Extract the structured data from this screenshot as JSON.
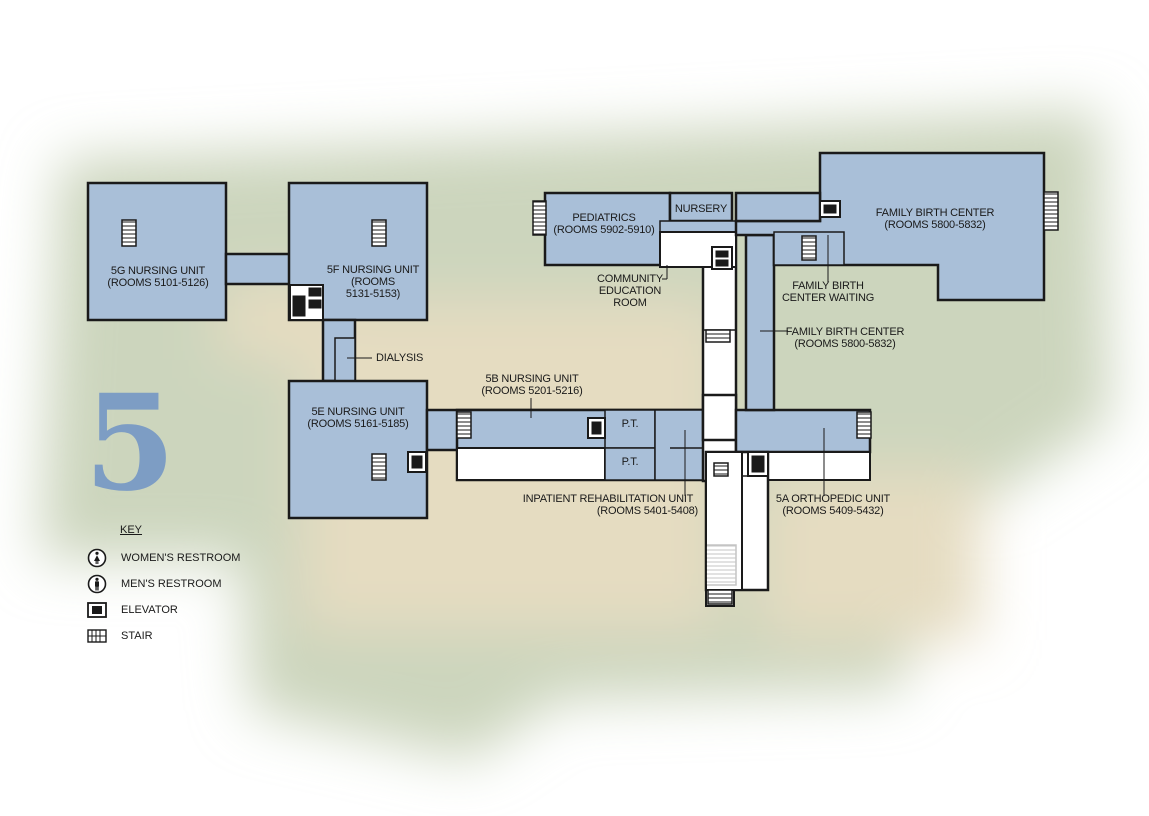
{
  "floor": {
    "number": "5"
  },
  "labels": {
    "unit_5g": [
      "5G NURSING UNIT",
      "(ROOMS 5101-5126)"
    ],
    "unit_5f": [
      "5F NURSING UNIT",
      "(ROOMS",
      "5131-5153)"
    ],
    "dialysis": "DIALYSIS",
    "unit_5e": [
      "5E NURSING UNIT",
      "(ROOMS 5161-5185)"
    ],
    "unit_5b": [
      "5B NURSING UNIT",
      "(ROOMS 5201-5216)"
    ],
    "pt_1": "P.T.",
    "pt_2": "P.T.",
    "pediatrics": [
      "PEDIATRICS",
      "(ROOMS 5902-5910)"
    ],
    "nursery": "NURSERY",
    "community_education": [
      "COMMUNITY",
      "EDUCATION",
      "ROOM"
    ],
    "family_birth_center_top": [
      "FAMILY BIRTH CENTER",
      "(ROOMS 5800-5832)"
    ],
    "family_birth_waiting": [
      "FAMILY BIRTH",
      "CENTER WAITING"
    ],
    "family_birth_center_mid": [
      "FAMILY BIRTH CENTER",
      "(ROOMS 5800-5832)"
    ],
    "inpatient_rehab": [
      "INPATIENT REHABILITATION UNIT",
      "(ROOMS 5401-5408)"
    ],
    "orthopedic": [
      "5A ORTHOPEDIC UNIT",
      "(ROOMS 5409-5432)"
    ]
  },
  "key": {
    "title": "KEY",
    "items": [
      {
        "label": "WOMEN'S RESTROOM",
        "icon": "womens-restroom-icon"
      },
      {
        "label": "MEN'S RESTROOM",
        "icon": "mens-restroom-icon"
      },
      {
        "label": "ELEVATOR",
        "icon": "elevator-icon"
      },
      {
        "label": "STAIR",
        "icon": "stair-icon"
      }
    ]
  },
  "colors": {
    "unit_fill": "#a9bfd8",
    "hall_fill": "#ffffff",
    "wall": "#1a1a1a",
    "floor_number": "#7d9dc4",
    "ground_green": "#cfd7c0",
    "ground_tan": "#e6dfc7"
  }
}
